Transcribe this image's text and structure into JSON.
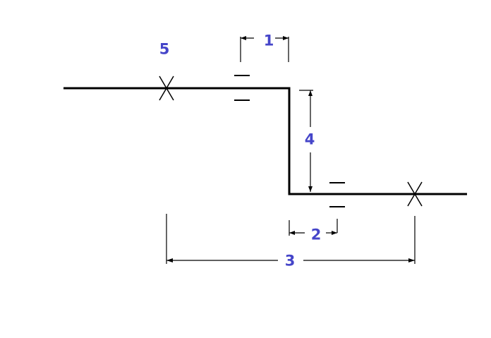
{
  "colors": {
    "line": "#000000",
    "label": "#4545c9",
    "background": "#ffffff"
  },
  "labels": {
    "l1": "1",
    "l2": "2",
    "l3": "3",
    "l4": "4",
    "l5": "5"
  }
}
